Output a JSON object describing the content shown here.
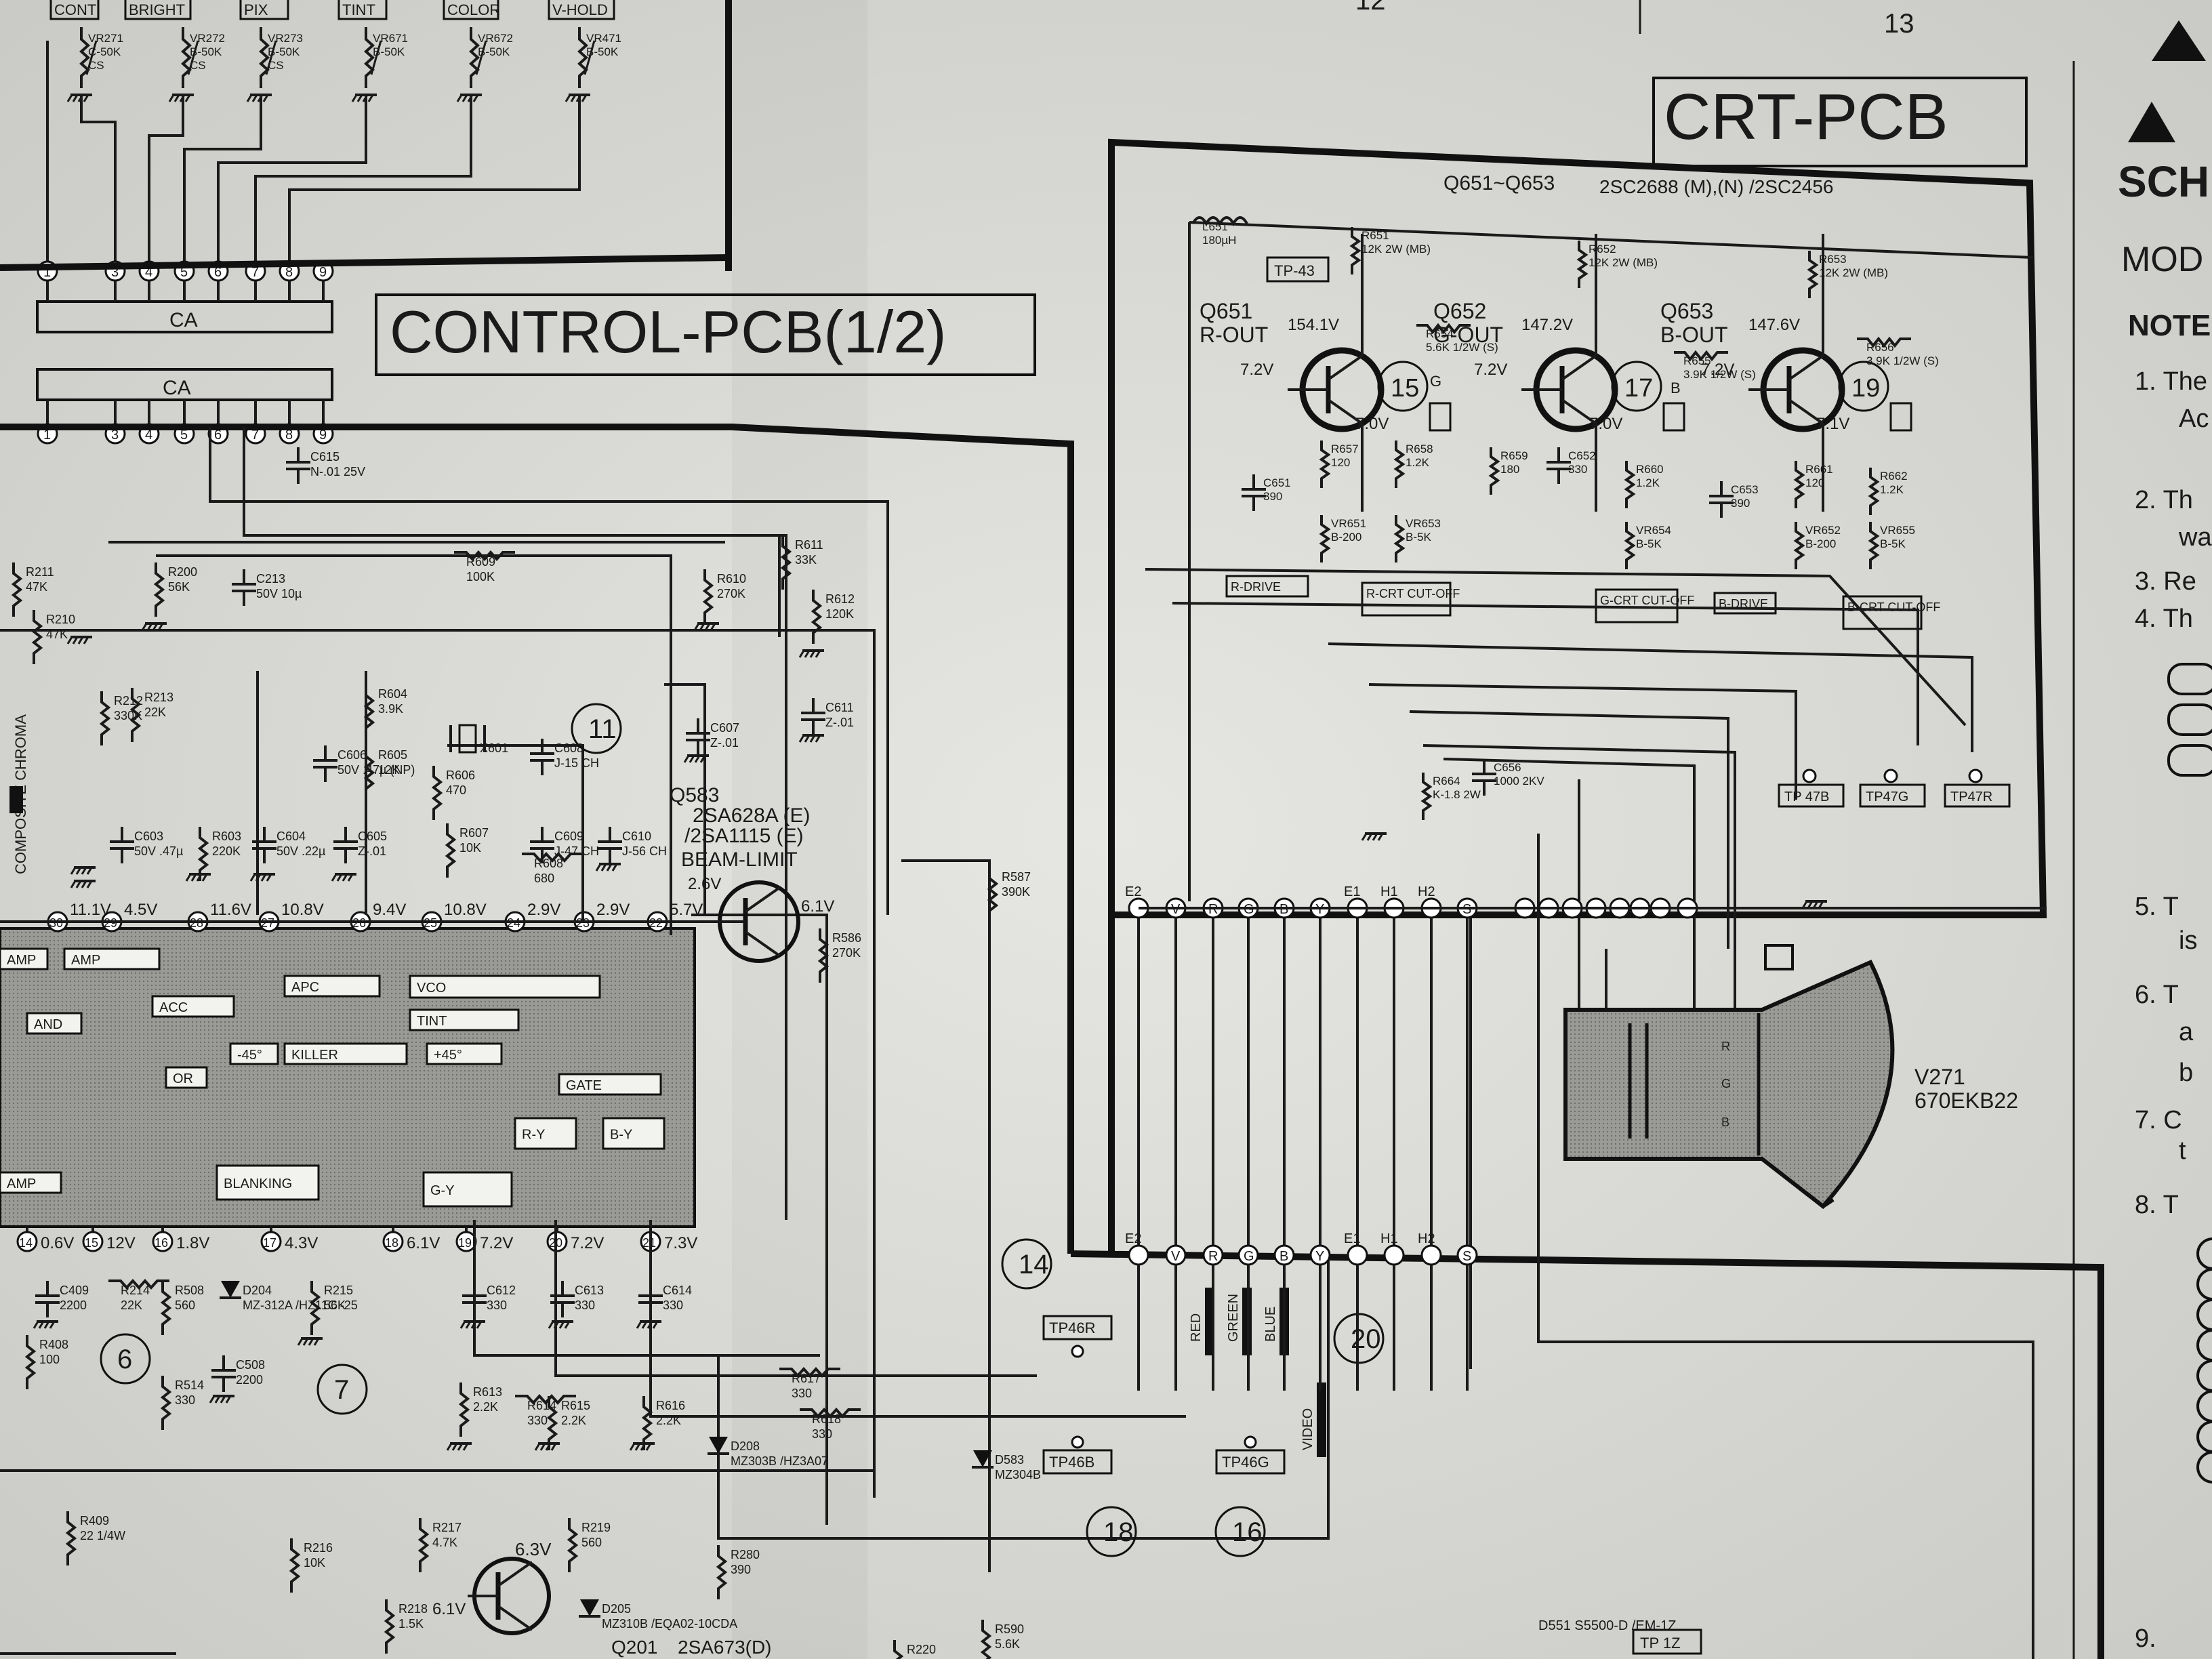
{
  "header": {
    "top_labels": [
      "CONT",
      "BRIGHT",
      "PIX",
      "TINT",
      "COLOR",
      "V-HOLD"
    ],
    "page_numbers": [
      "12",
      "13"
    ],
    "pots": [
      {
        "name": "VR271",
        "spec": "C-50K",
        "sub": "CS"
      },
      {
        "name": "VR272",
        "spec": "B-50K",
        "sub": "CS"
      },
      {
        "name": "VR273",
        "spec": "B-50K",
        "sub": "CS"
      },
      {
        "name": "VR671",
        "spec": "B-50K",
        "sub": ""
      },
      {
        "name": "VR672",
        "spec": "B-50K",
        "sub": ""
      },
      {
        "name": "VR471",
        "spec": "B-50K",
        "sub": ""
      }
    ]
  },
  "right_margin": {
    "title_fragment": "SCH",
    "model_fragment": "MOD",
    "note_fragment": "NOTE",
    "notes": [
      "1. The",
      "Ac",
      "2. Th",
      "wa",
      "3. Re",
      "4. Th",
      "5. T",
      "is",
      "6. T",
      "a",
      "b",
      "7. C",
      "t",
      "8. T",
      "9."
    ]
  },
  "connector": {
    "label_top": "CA",
    "label_bottom": "CA",
    "pins": [
      "1",
      "3",
      "4",
      "5",
      "6",
      "7",
      "8",
      "9"
    ]
  },
  "control_pcb": {
    "title": "CONTROL-PCB(1/2)",
    "components": [
      {
        "name": "C615",
        "spec": "N-.01 25V"
      },
      {
        "name": "R211",
        "spec": "47K"
      },
      {
        "name": "R210",
        "spec": "47K"
      },
      {
        "name": "R212",
        "spec": "330K"
      },
      {
        "name": "R200",
        "spec": "56K"
      },
      {
        "name": "C213",
        "spec": "50V 10µ"
      },
      {
        "name": "R213",
        "spec": "22K"
      },
      {
        "name": "R609",
        "spec": "100K"
      },
      {
        "name": "R611",
        "spec": "33K"
      },
      {
        "name": "R610",
        "spec": "270K"
      },
      {
        "name": "R612",
        "spec": "120K"
      },
      {
        "name": "R604",
        "spec": "3.9K"
      },
      {
        "name": "C606",
        "spec": "50V .47µ (NP)"
      },
      {
        "name": "R605",
        "spec": "12K"
      },
      {
        "name": "X601",
        "spec": ""
      },
      {
        "name": "R606",
        "spec": "470"
      },
      {
        "name": "C608",
        "spec": "J-15 CH"
      },
      {
        "name": "C609",
        "spec": "J-47 CH"
      },
      {
        "name": "C610",
        "spec": "J-56 CH"
      },
      {
        "name": "R607",
        "spec": "10K"
      },
      {
        "name": "R608",
        "spec": "680"
      },
      {
        "name": "C607",
        "spec": "Z-.01"
      },
      {
        "name": "C611",
        "spec": "Z-.01"
      },
      {
        "name": "C603",
        "spec": "50V .47µ"
      },
      {
        "name": "R603",
        "spec": "220K"
      },
      {
        "name": "C604",
        "spec": "50V .22µ"
      },
      {
        "name": "C605",
        "spec": "Z-.01"
      },
      {
        "name": "R587",
        "spec": "390K"
      },
      {
        "name": "R586",
        "spec": "270K"
      },
      {
        "name": "C409",
        "spec": "2200"
      },
      {
        "name": "R214",
        "spec": "22K"
      },
      {
        "name": "R508",
        "spec": "560"
      },
      {
        "name": "D204",
        "spec": "MZ-312A /HZ11C -25"
      },
      {
        "name": "R215",
        "spec": "56K"
      },
      {
        "name": "C508",
        "spec": "2200"
      },
      {
        "name": "R514",
        "spec": "330"
      },
      {
        "name": "R408",
        "spec": "100"
      },
      {
        "name": "C612",
        "spec": "330"
      },
      {
        "name": "C613",
        "spec": "330"
      },
      {
        "name": "C614",
        "spec": "330"
      },
      {
        "name": "R617",
        "spec": "330"
      },
      {
        "name": "R618",
        "spec": "330"
      },
      {
        "name": "R613",
        "spec": "2.2K"
      },
      {
        "name": "R614",
        "spec": "330"
      },
      {
        "name": "R615",
        "spec": "2.2K"
      },
      {
        "name": "R616",
        "spec": "2.2K"
      },
      {
        "name": "D208",
        "spec": "MZ303B /HZ3A07"
      },
      {
        "name": "D583",
        "spec": "MZ304B"
      },
      {
        "name": "R280",
        "spec": "390"
      },
      {
        "name": "R409",
        "spec": "22 1/4W"
      },
      {
        "name": "R216",
        "spec": "10K"
      },
      {
        "name": "R217",
        "spec": "4.7K"
      },
      {
        "name": "R219",
        "spec": "560"
      },
      {
        "name": "D205",
        "spec": "MZ310B /EQA02-10CDA"
      },
      {
        "name": "R218",
        "spec": "1.5K"
      },
      {
        "name": "R590",
        "spec": "5.6K"
      },
      {
        "name": "R220",
        "spec": ""
      }
    ],
    "transistor_q583": {
      "name": "Q583",
      "part1": "2SA628A (E)",
      "part2": "/2SA1115 (E)",
      "function": "BEAM-LIMIT",
      "vb": "2.6V",
      "ve": "6.1V"
    },
    "transistor_q201": {
      "name": "Q201",
      "part": "2SA673(D)",
      "v1": "6.3V",
      "v2": "6.1V"
    },
    "ic_pins_top": [
      {
        "pin": "30",
        "v": "11.1V"
      },
      {
        "pin": "29",
        "v": "4.5V"
      },
      {
        "pin": "28",
        "v": "11.6V"
      },
      {
        "pin": "27",
        "v": "10.8V"
      },
      {
        "pin": "26",
        "v": "9.4V"
      },
      {
        "pin": "25",
        "v": "10.8V"
      },
      {
        "pin": "24",
        "v": "2.9V"
      },
      {
        "pin": "23",
        "v": "2.9V"
      },
      {
        "pin": "22",
        "v": "5.7V"
      }
    ],
    "ic_pins_bottom": [
      {
        "pin": "14",
        "v": "0.6V"
      },
      {
        "pin": "15",
        "v": "12V"
      },
      {
        "pin": "16",
        "v": "1.8V"
      },
      {
        "pin": "17",
        "v": "4.3V"
      },
      {
        "pin": "18",
        "v": "6.1V"
      },
      {
        "pin": "19",
        "v": "7.2V"
      },
      {
        "pin": "20",
        "v": "7.2V"
      },
      {
        "pin": "21",
        "v": "7.3V"
      }
    ],
    "blocks": [
      "AMP",
      "AMP",
      "ACC",
      "APC",
      "VCO",
      "TINT",
      "AND",
      "-45°",
      "KILLER",
      "+45°",
      "OR",
      "GATE",
      "R-Y",
      "B-Y",
      "AMP",
      "BLANKING",
      "G-Y"
    ],
    "side_label": "COMPOSITE CHROMA",
    "test_markers": [
      "6",
      "7",
      "11",
      "14",
      "16",
      "18",
      "20"
    ],
    "test_points": [
      "TP46R",
      "TP46B",
      "TP46G"
    ],
    "cable_labels": [
      "RED",
      "GREEN",
      "BLUE",
      "VIDEO"
    ],
    "bottom_labels": [
      "D551 S5500-D /EM-1Z",
      "TP 1Z"
    ]
  },
  "crt_pcb": {
    "title": "CRT-PCB",
    "transistor_note": "Q651~Q653",
    "transistor_parts": "2SC2688 (M),(N) /2SC2456",
    "stages": [
      {
        "name": "Q651",
        "func": "R-OUT",
        "vc": "154.1V",
        "vb": "7.2V",
        "ve": "7.0V",
        "marker": "15"
      },
      {
        "name": "Q652",
        "func": "G-OUT",
        "vc": "147.2V",
        "vb": "7.2V",
        "ve": "7.0V",
        "marker": "17"
      },
      {
        "name": "Q653",
        "func": "B-OUT",
        "vc": "147.6V",
        "vb": "7.2V",
        "ve": "7.1V",
        "marker": "19"
      }
    ],
    "components": [
      {
        "name": "L651",
        "spec": "180µH"
      },
      {
        "name": "R651",
        "spec": "12K 2W (MB)"
      },
      {
        "name": "R652",
        "spec": "12K 2W (MB)"
      },
      {
        "name": "R653",
        "spec": "12K 2W (MB)"
      },
      {
        "name": "R654",
        "spec": "5.6K 1/2W (S)"
      },
      {
        "name": "R655",
        "spec": "3.9K 1/2W (S)"
      },
      {
        "name": "R656",
        "spec": "3.9K 1/2W (S)"
      },
      {
        "name": "C651",
        "spec": "390"
      },
      {
        "name": "R657",
        "spec": "120"
      },
      {
        "name": "R658",
        "spec": "1.2K"
      },
      {
        "name": "VR651",
        "spec": "B-200"
      },
      {
        "name": "VR653",
        "spec": "B-5K"
      },
      {
        "name": "R659",
        "spec": "180"
      },
      {
        "name": "C652",
        "spec": "330"
      },
      {
        "name": "R660",
        "spec": "1.2K"
      },
      {
        "name": "VR654",
        "spec": "B-5K"
      },
      {
        "name": "C653",
        "spec": "390"
      },
      {
        "name": "R661",
        "spec": "120"
      },
      {
        "name": "R662",
        "spec": "1.2K"
      },
      {
        "name": "VR652",
        "spec": "B-200"
      },
      {
        "name": "VR655",
        "spec": "B-5K"
      },
      {
        "name": "R664",
        "spec": "K-1.8 2W"
      },
      {
        "name": "C656",
        "spec": "1000 2KV"
      }
    ],
    "test_point": "TP-43",
    "adjust_labels": [
      "R-DRIVE",
      "R-CRT CUT-OFF",
      "G-CRT CUT-OFF",
      "B-DRIVE",
      "B-CRT CUT-OFF"
    ],
    "test_points": [
      "TP 47B",
      "TP47G",
      "TP47R"
    ],
    "connector_pins": [
      "E2",
      "V",
      "R",
      "G",
      "B",
      "Y",
      "E1",
      "H1",
      "H2",
      "S"
    ],
    "crt_name": "V271",
    "crt_type": "670EKB22",
    "gun_letters": [
      "R",
      "G",
      "B"
    ],
    "marker_small": [
      "G",
      "B"
    ]
  }
}
